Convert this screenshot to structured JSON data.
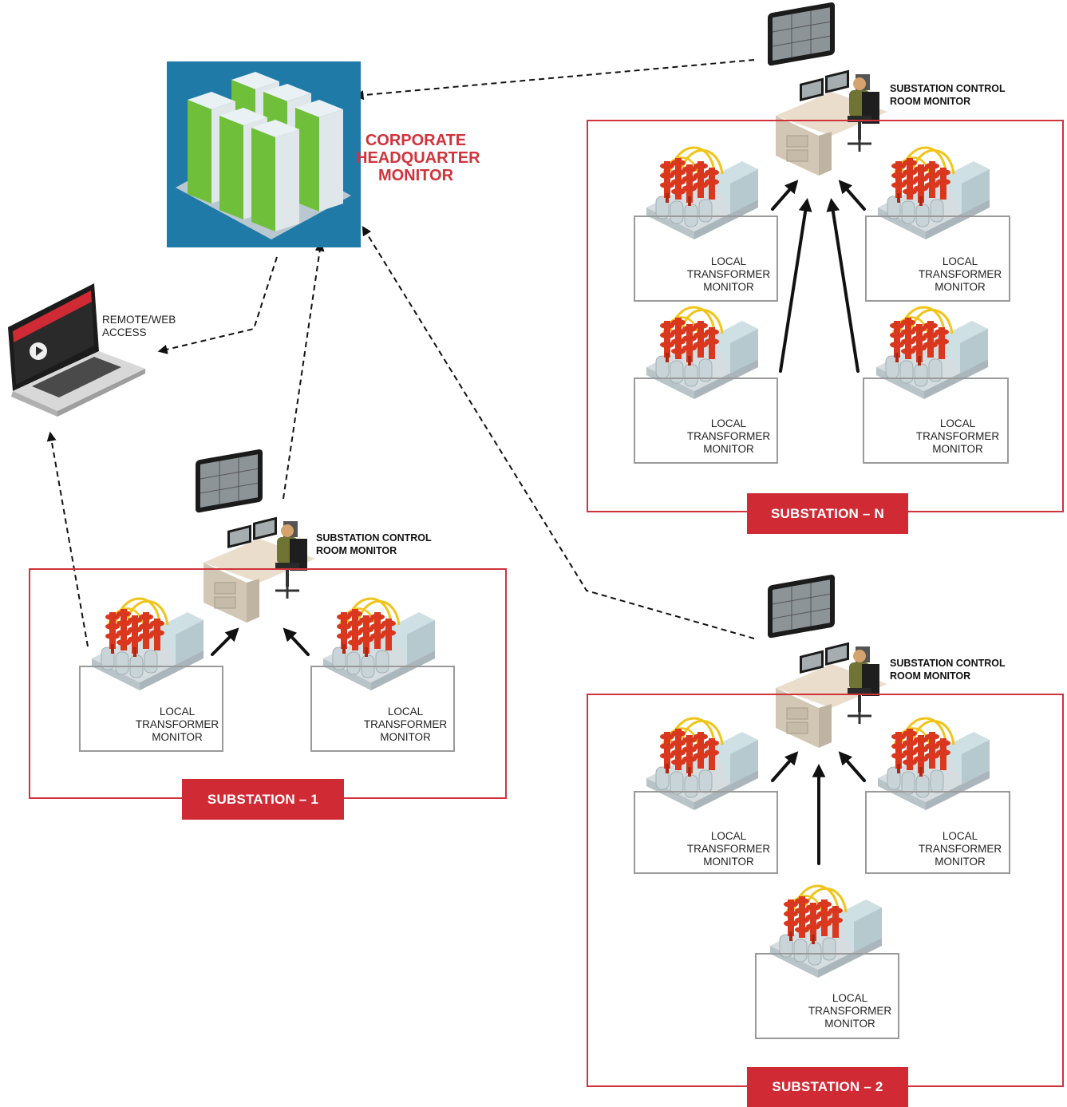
{
  "hq": {
    "label_lines": [
      "CORPORATE",
      "HEADQUARTER",
      "MONITOR"
    ]
  },
  "remote": {
    "label_lines": [
      "REMOTE/WEB",
      "ACCESS"
    ]
  },
  "control_label_lines": [
    "SUBSTATION CONTROL",
    "ROOM MONITOR"
  ],
  "transformer_label_lines": [
    "LOCAL",
    "TRANSFORMER",
    "MONITOR"
  ],
  "substations": [
    {
      "name": "SUBSTATION – 1"
    },
    {
      "name": "SUBSTATION – N"
    },
    {
      "name": "SUBSTATION – 2"
    }
  ],
  "colors": {
    "accent_red": "#d02a35",
    "hq_background": "#1f7aa8",
    "box_gray": "#9a9a9a",
    "arrow": "#1a1a1a"
  },
  "icons": [
    "server-rack-icon",
    "laptop-icon",
    "control-desk-icon",
    "transformer-icon"
  ]
}
